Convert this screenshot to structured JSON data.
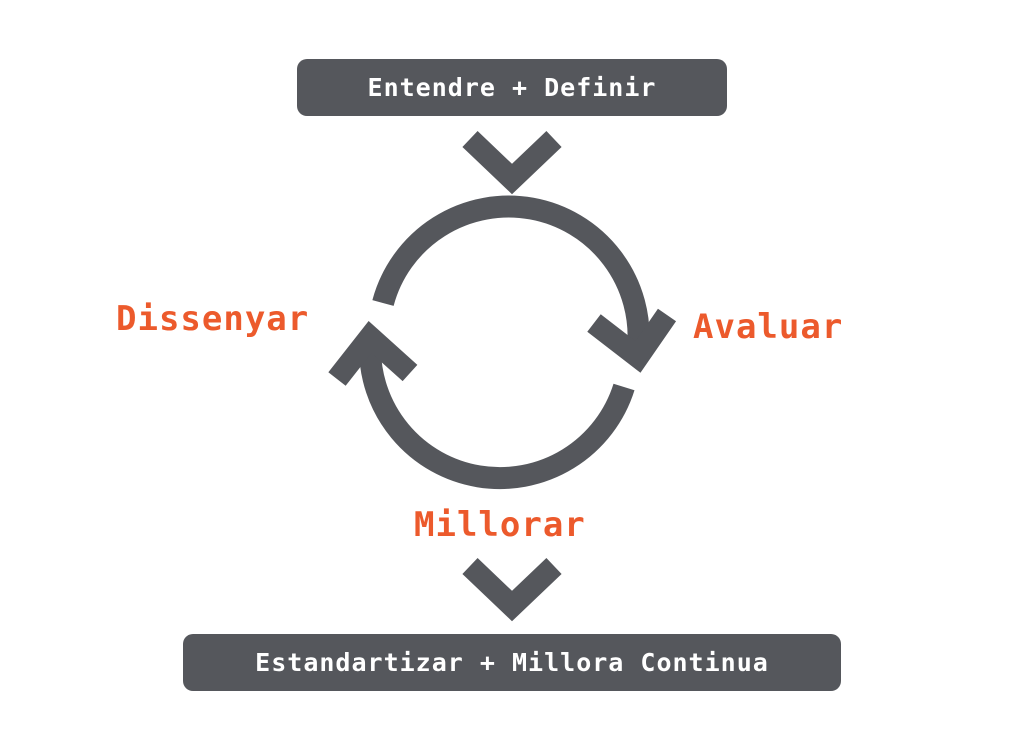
{
  "diagram": {
    "top_box": {
      "label": "Entendre + Definir"
    },
    "bottom_box": {
      "label": "Estandartizar + Millora Continua"
    },
    "stages": {
      "left": "Dissenyar",
      "right": "Avaluar",
      "bottom": "Millorar"
    },
    "colors": {
      "box_fill": "#55575c",
      "box_text": "#ffffff",
      "stage_text": "#ec5a2c",
      "arrow": "#55575c"
    },
    "icons": [
      "chevron-down-icon",
      "cycle-arrows-icon",
      "chevron-down-icon"
    ]
  }
}
